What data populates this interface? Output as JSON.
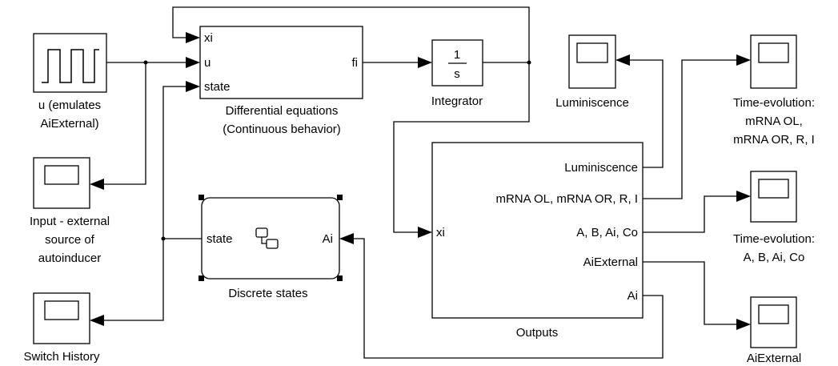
{
  "blocks": {
    "pulse_source": {
      "caption_line1": "u (emulates",
      "caption_line2": "AiExternal)"
    },
    "differential": {
      "in_port_1": "xi",
      "in_port_2": "u",
      "in_port_3": "state",
      "out_port": "fi",
      "caption_line1": "Differential equations",
      "caption_line2": "(Continuous behavior)"
    },
    "integrator": {
      "numerator": "1",
      "denominator": "s",
      "caption": "Integrator"
    },
    "scope_luminiscence": {
      "caption": "Luminiscence"
    },
    "scope_mrna": {
      "caption_line1": "Time-evolution:",
      "caption_line2": "mRNA OL,",
      "caption_line3": "mRNA OR, R, I"
    },
    "scope_input": {
      "caption_line1": "Input - external",
      "caption_line2": "source of",
      "caption_line3": "autoinducer"
    },
    "discrete_states": {
      "in_port": "state",
      "out_port": "Ai",
      "caption": "Discrete states"
    },
    "outputs": {
      "in_port": "xi",
      "out_port_1": "Luminiscence",
      "out_port_2": "mRNA OL, mRNA OR, R, I",
      "out_port_3": "A, B, Ai, Co",
      "out_port_4": "AiExternal",
      "out_port_5": "Ai",
      "caption": "Outputs"
    },
    "scope_abaico": {
      "caption_line1": "Time-evolution:",
      "caption_line2": "A, B, Ai, Co"
    },
    "scope_switch": {
      "caption": "Switch History"
    },
    "scope_aiexternal": {
      "caption": "AiExternal"
    }
  }
}
